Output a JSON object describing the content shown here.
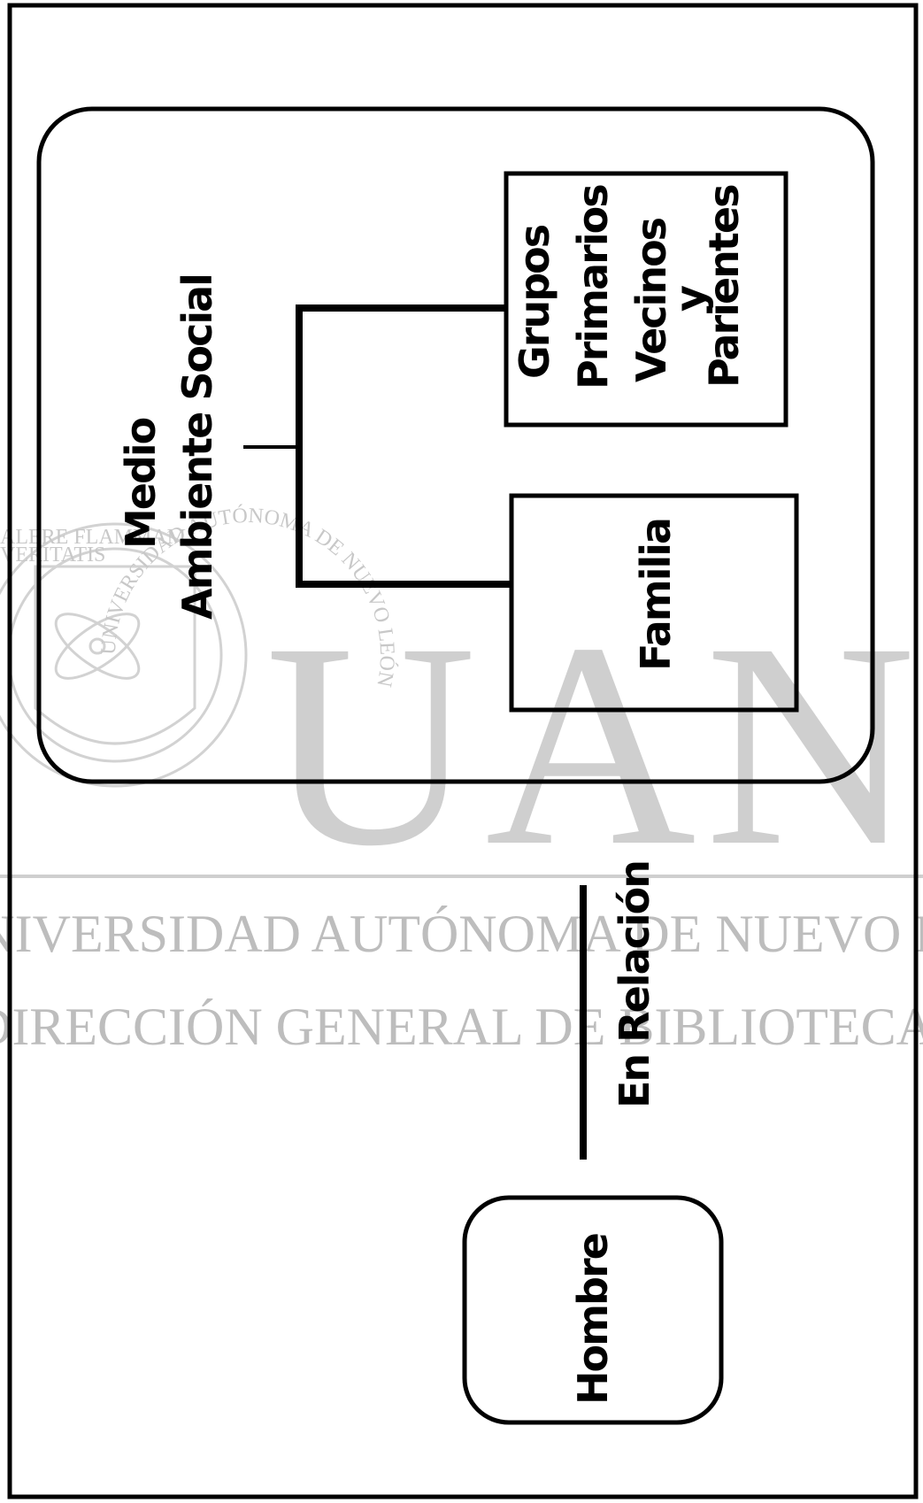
{
  "diagram": {
    "medio_line1": "Medio",
    "medio_line2": "Ambiente Social",
    "grupos_line1": "Grupos",
    "grupos_line2": "Primarios",
    "grupos_line3": "Vecinos",
    "grupos_line4": "y",
    "grupos_line5": "Parientes",
    "familia": "Familia",
    "relacion": "En Relación",
    "hombre": "Hombre"
  },
  "watermark": {
    "big": "UANL",
    "line1": "UNIVERSIDAD AUTÓNOMA DE NUEVO LEÓN",
    "line2": "DIRECCIÓN GENERAL DE BIBLIOTECAS",
    "seal_top": "ALERE FLAMMAM",
    "seal_bottom": "VERITATIS",
    "seal_ring": "UNIVERSIDAD AUTÓNOMA DE NUEVO LEÓN"
  },
  "colors": {
    "ink": "#000000",
    "watermark": "#cfcfcf"
  }
}
